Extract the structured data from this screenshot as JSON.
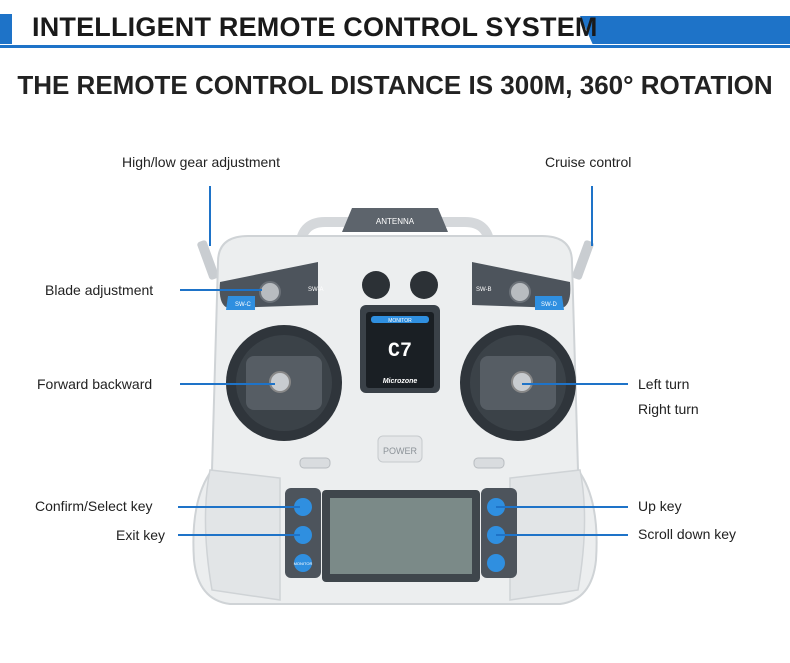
{
  "header": {
    "title": "INTELLIGENT REMOTE CONTROL SYSTEM",
    "accent_color": "#1e73c8"
  },
  "subtitle": "THE REMOTE CONTROL DISTANCE IS 300M, 360° ROTATION",
  "callouts": {
    "gear": "High/low gear adjustment",
    "cruise": "Cruise control",
    "blade": "Blade adjustment",
    "forward": "Forward backward",
    "left_turn": "Left turn",
    "right_turn": "Right turn",
    "confirm": "Confirm/Select key",
    "exit": "Exit key",
    "up": "Up key",
    "scroll_down": "Scroll down key"
  },
  "device": {
    "antenna_label": "ANTENNA",
    "switch_a": "SW-A",
    "switch_b": "SW-B",
    "switch_c": "SW-C",
    "switch_d": "SW-D",
    "monitor_label": "MONITOR",
    "model": "C7",
    "brand": "Microzone",
    "power_label": "POWER",
    "monitor_button": "MONITOR"
  }
}
